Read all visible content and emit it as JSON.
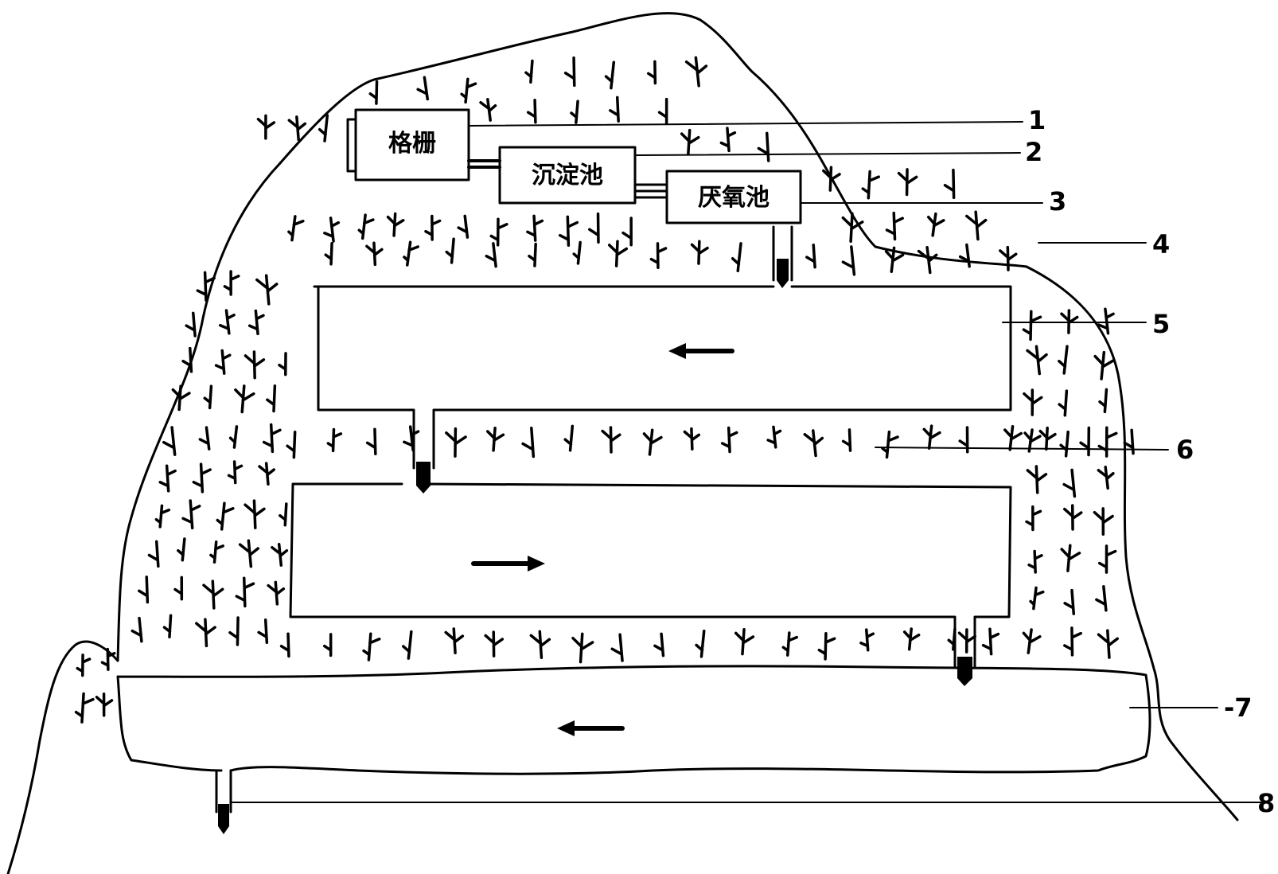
{
  "units": {
    "grating": "格栅",
    "sedimentation_tank": "沉淀池",
    "anaerobic_tank": "厌氧池"
  },
  "callouts": [
    "1",
    "2",
    "3",
    "4",
    "5",
    "6",
    "-7",
    "8"
  ],
  "flow_directions": {
    "channel_5": "left",
    "channel_6": "right",
    "channel_7": "left"
  }
}
